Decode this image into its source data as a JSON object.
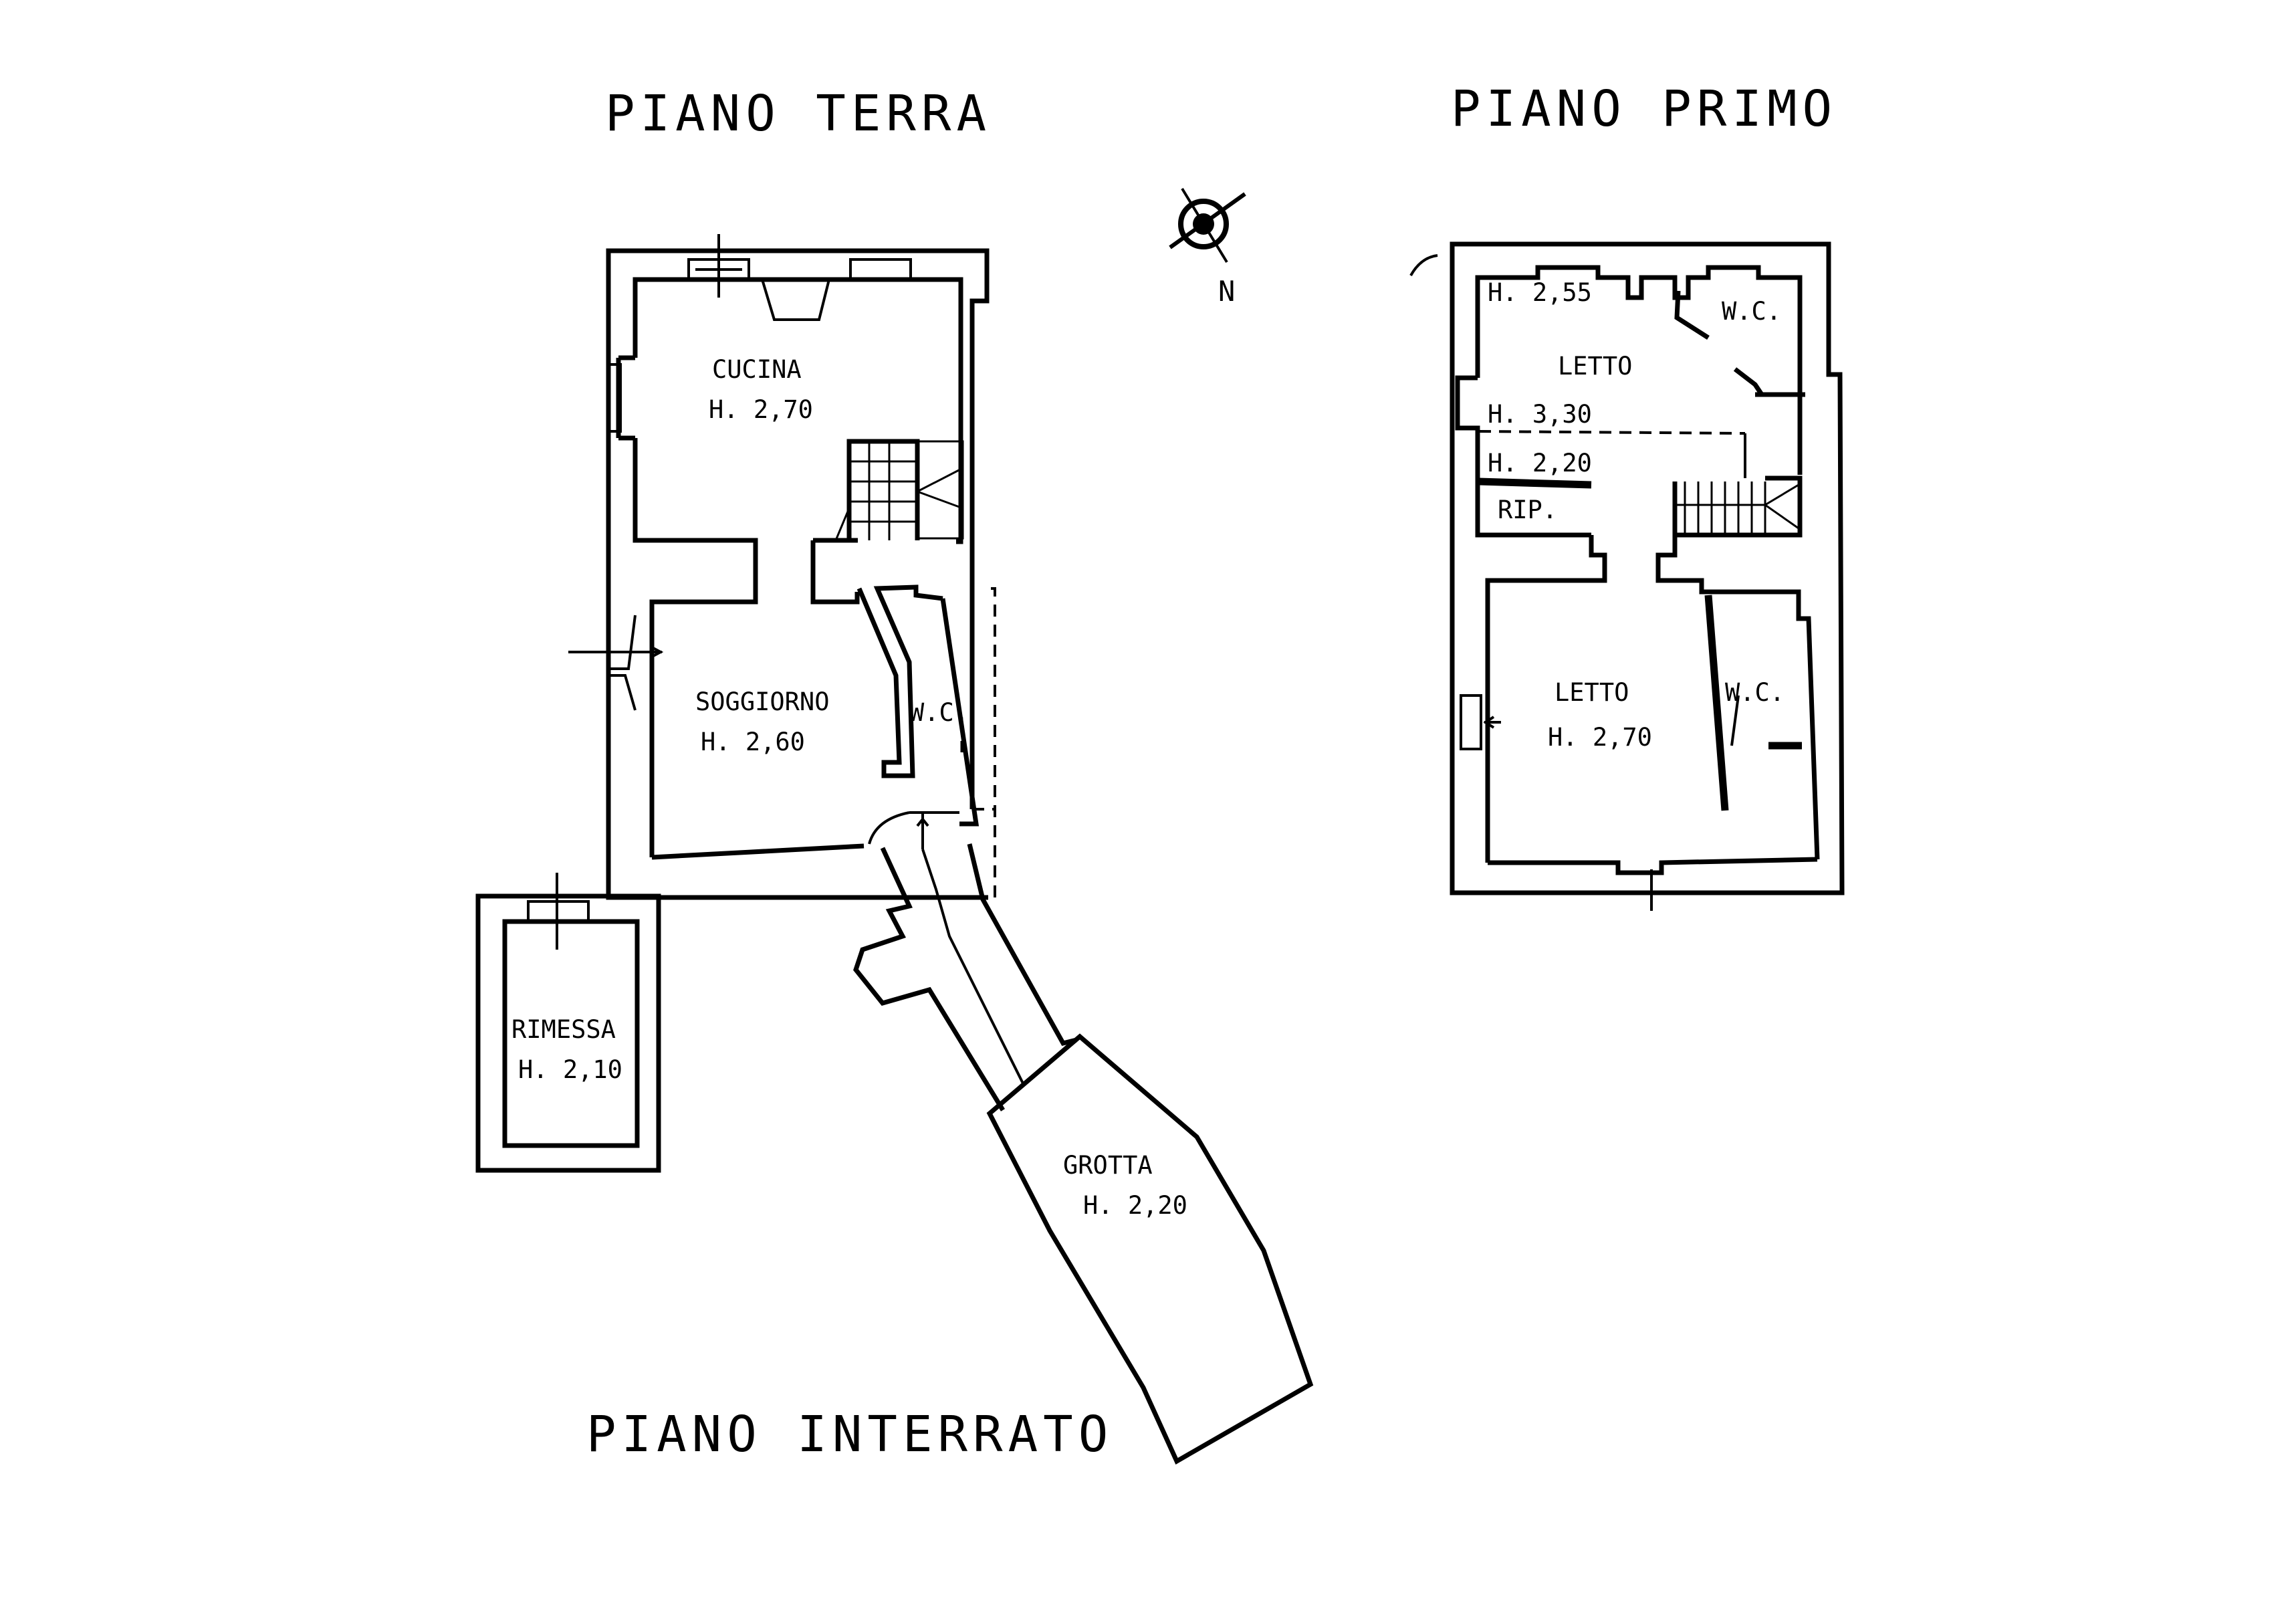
{
  "titles": {
    "ground": "PIANO TERRA",
    "first": "PIANO PRIMO",
    "basement": "PIANO INTERRATO"
  },
  "north": "N",
  "ground_floor": {
    "kitchen": {
      "name": "CUCINA",
      "height": "H. 2,70"
    },
    "living": {
      "name": "SOGGIORNO",
      "height": "H. 2,60"
    },
    "wc": {
      "name": "W.C."
    },
    "storage": {
      "name": "RIMESSA",
      "height": "H. 2,10"
    }
  },
  "basement": {
    "cave": {
      "name": "GROTTA",
      "height": "H. 2,20"
    }
  },
  "first_floor": {
    "bedroom_top": {
      "name": "LETTO",
      "height_a": "H. 2,55",
      "height_b": "H. 3,30"
    },
    "wc_top": {
      "name": "W.C."
    },
    "closet": {
      "name": "RIP.",
      "height": "H. 2,20"
    },
    "bedroom_bottom": {
      "name": "LETTO",
      "height": "H. 2,70"
    },
    "wc_bottom": {
      "name": "W.C."
    }
  },
  "icons": [
    "compass-rose-icon",
    "stair-icon",
    "window-icon",
    "door-icon"
  ]
}
